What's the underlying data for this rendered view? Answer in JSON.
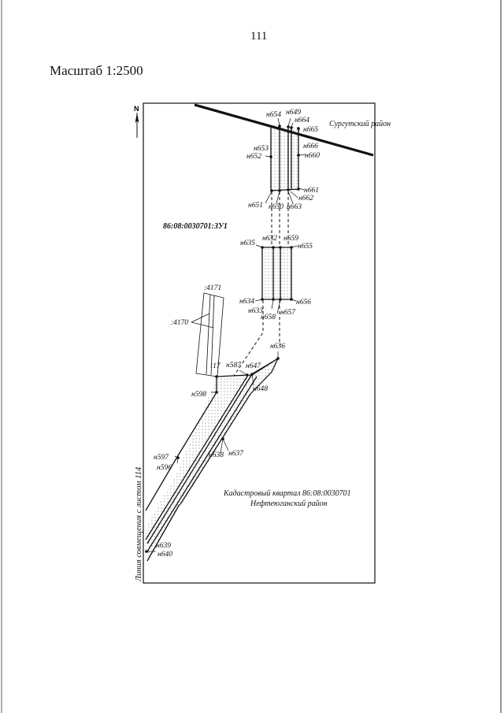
{
  "page_number": "111",
  "scale_label": "Масштаб 1:2500",
  "north_label": "N",
  "district_top": "Сургутский район",
  "parcel_id": "86:08:0030701:ЗУ1",
  "block_caption": "Кадастровый квартал 86:08:0030701",
  "district_bottom": "Нефтеюганский район",
  "side_caption": "Линия совмещения с листом 114",
  "neighbor_4171": ":4171",
  "neighbor_4170": ":4170",
  "neighbor_17": ":17",
  "points": {
    "n654": "н654",
    "n649": "н649",
    "n664": "н664",
    "n665": "н665",
    "n653": "н653",
    "n652": "н652",
    "n666": "н666",
    "n660": "н660",
    "n661": "н661",
    "n662": "н662",
    "n651": "н651",
    "n650": "н650",
    "n663": "н663",
    "n635": "н635",
    "n632": "н632",
    "n659": "н659",
    "n655": "н655",
    "n634": "н634",
    "n633": "н633",
    "n658": "н658",
    "n657": "н657",
    "n656": "н656",
    "n636": "н636",
    "n587": "н587",
    "n647": "н647",
    "n648": "н648",
    "n598": "н598",
    "n597": "н597",
    "n596": "н596",
    "n638": "н638",
    "n637": "н637",
    "n639": "н639",
    "n640": "н640"
  }
}
